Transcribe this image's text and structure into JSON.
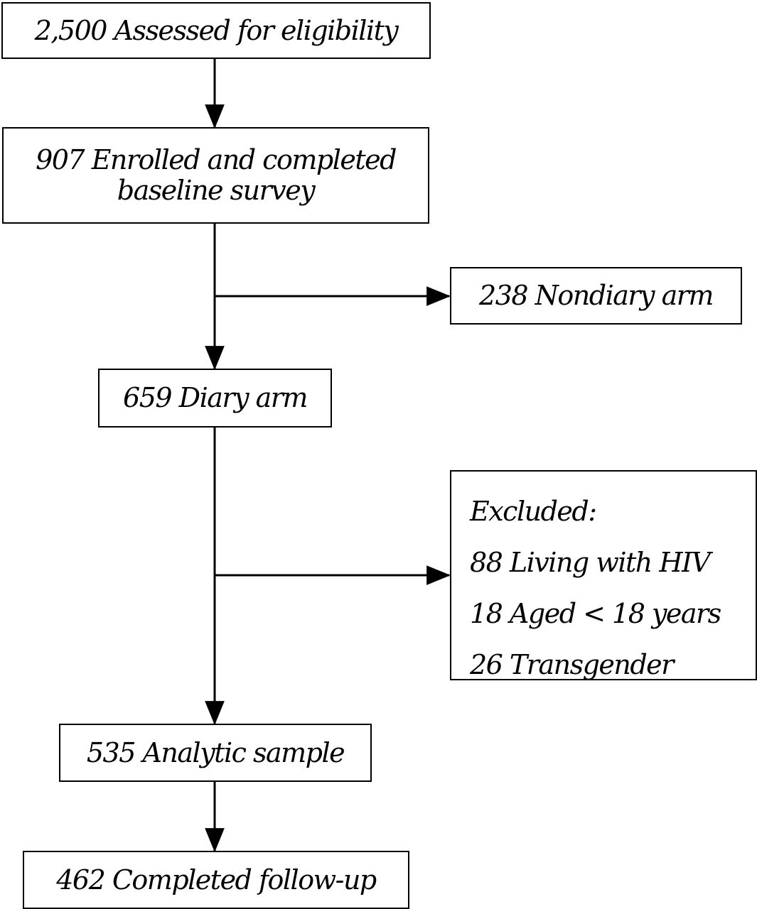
{
  "flowchart": {
    "assessed": "2,500 Assessed for eligibility",
    "enrolled": {
      "line1": "907 Enrolled and completed",
      "line2": "baseline survey"
    },
    "nondiary": "238 Nondiary arm",
    "diary": "659 Diary arm",
    "excluded": {
      "heading": "Excluded:",
      "items": [
        "88 Living with HIV",
        "18 Aged < 18 years",
        "26 Transgender"
      ]
    },
    "analytic": "535 Analytic sample",
    "followup": "462 Completed follow-up"
  },
  "colors": {
    "stroke": "#000000",
    "background": "#ffffff"
  }
}
